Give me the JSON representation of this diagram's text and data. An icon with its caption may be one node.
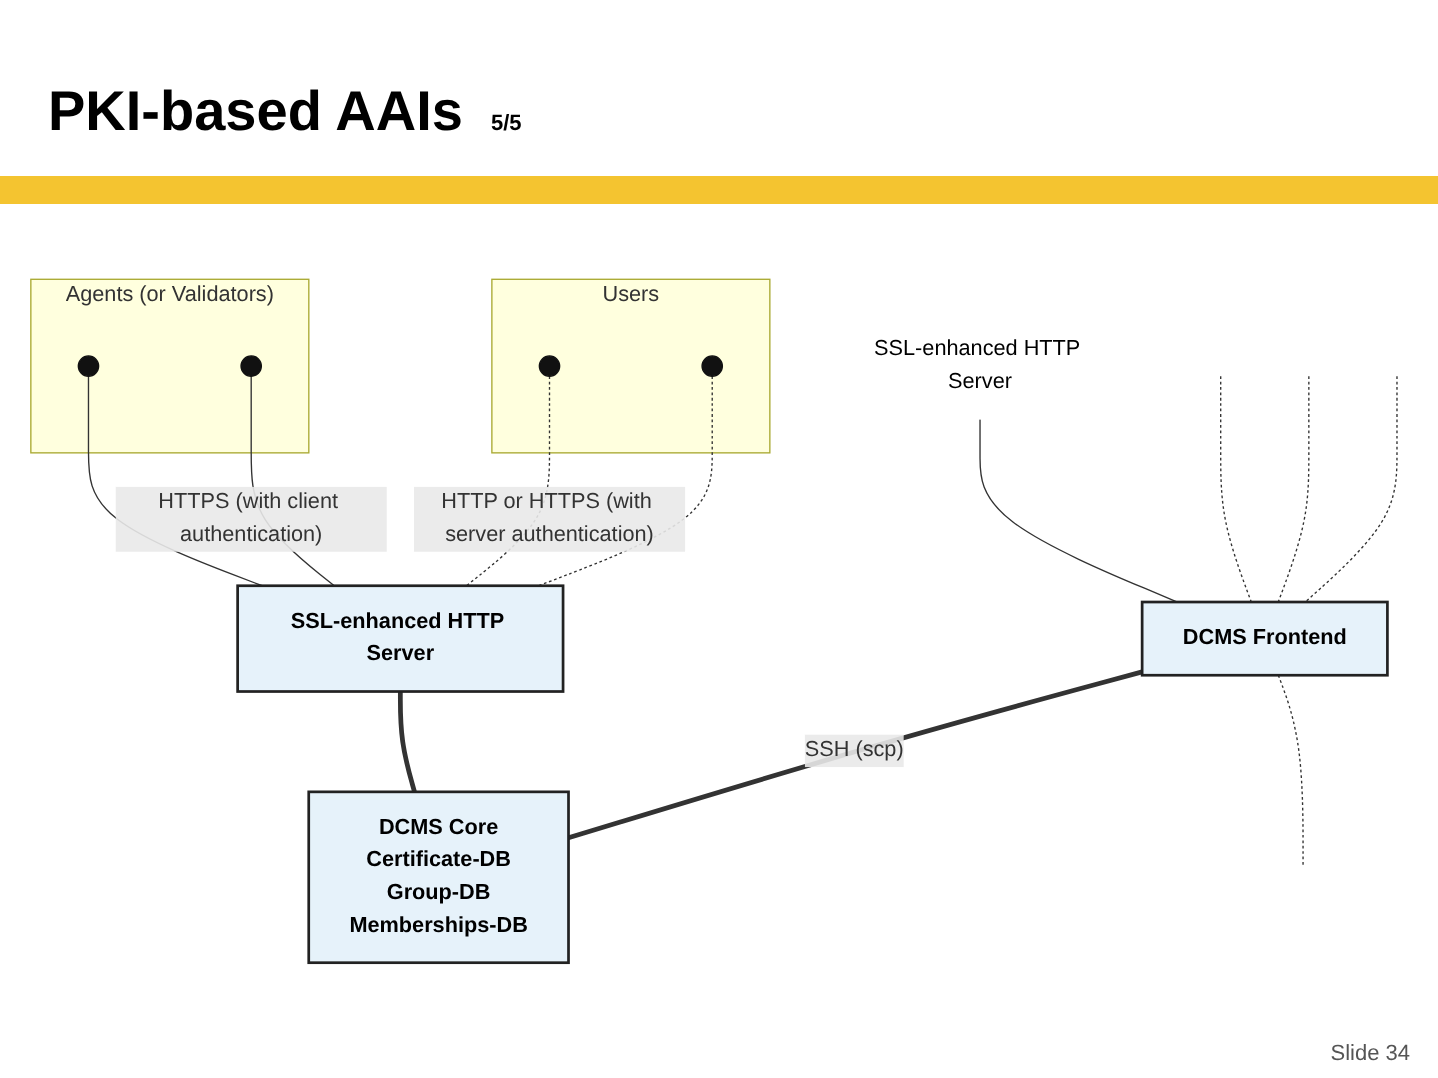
{
  "diagram": {
    "title": "PKI-based AAIs",
    "nodes": [
      {
        "text": [
          "Agents (or Validators)"
        ]
      },
      {
        "text": [],
        "shape": "person",
        "in": 0
      },
      {
        "text": [],
        "shape": "person",
        "in": 0
      },
      {
        "text": [
          "Users"
        ]
      },
      {
        "text": [],
        "shape": "person",
        "in": 3
      },
      {
        "text": [],
        "shape": "person",
        "in": 3
      },
      {
        "text": [
          "SSL-enhanced HTTP Server"
        ]
      },
      {
        "text": [
          "SSL-enhanced HTTP Server"
        ]
      },
      {
        "text": [
          "DCMS Frontend"
        ]
      },
      {
        "text": [
          "DCMS Core",
          "Certificate-DB",
          "Group-DB",
          "Memberships-DB"
        ]
      }
    ],
    "edges": [
      {
        "from": 1,
        "to": 6,
        "arrow": "none"
      },
      {
        "from": 2,
        "to": 6,
        "arrow": "none",
        "label": "HTTPS (with client authentication)"
      },
      {
        "from": 4,
        "to": 6,
        "arrow": "none",
        "style": "dashed",
        "label": "HTTP or HTTPS (with server authentication)"
      },
      {
        "from": 5,
        "to": 6,
        "arrow": "none",
        "style": "dashed"
      },
      {
        "from": 6,
        "to": 9,
        "arrow": "none",
        "style": "thick"
      },
      {
        "from": 8,
        "to": 9,
        "arrow": "none",
        "style": "thick",
        "label": "SSH (scp)"
      },
      {
        "from": 7,
        "to": 8,
        "arrow": "none"
      },
      {
        "from": null,
        "to": 8,
        "arrow": "none",
        "style": "dashed"
      },
      {
        "from": null,
        "to": 8,
        "arrow": "none",
        "style": "dashed"
      },
      {
        "from": null,
        "to": 8,
        "arrow": "none",
        "style": "dashed"
      },
      {
        "from": 8,
        "to": null,
        "arrow": "none",
        "style": "dashed"
      }
    ],
    "labels": [
      "5/5",
      "Slide 34"
    ]
  }
}
